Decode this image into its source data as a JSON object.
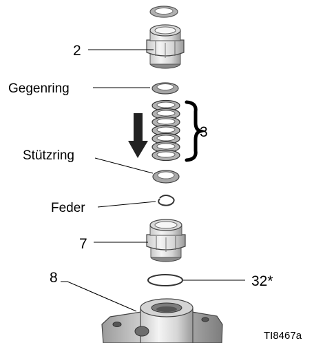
{
  "figure": {
    "ref_id": "TI8467a"
  },
  "callouts": {
    "c2": "2",
    "gegenring": "Gegenring",
    "c3": "3",
    "stuetzring": "Stützring",
    "feder": "Feder",
    "c7": "7",
    "c8": "8",
    "c32": "32*"
  },
  "parts": [
    {
      "name": "top-o-ring"
    },
    {
      "name": "gland-nut"
    },
    {
      "name": "female-adapter-ring"
    },
    {
      "name": "v-packing-stack",
      "count": 7
    },
    {
      "name": "male-adapter-ring"
    },
    {
      "name": "spring"
    },
    {
      "name": "lower-nut"
    },
    {
      "name": "o-ring-seal"
    },
    {
      "name": "housing-body"
    }
  ],
  "colors": {
    "metal_light": "#e9e9e9",
    "metal_mid": "#bdbdbd",
    "metal_dark": "#7c7c7c",
    "ink": "#000000"
  }
}
